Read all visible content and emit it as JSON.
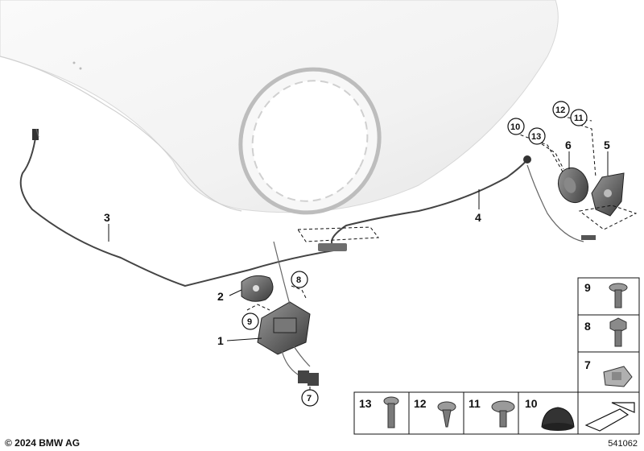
{
  "callouts": {
    "c1": "1",
    "c2": "2",
    "c3": "3",
    "c4": "4",
    "c5": "5",
    "c6": "6",
    "c7": "7",
    "c8": "8",
    "c9": "9",
    "c10": "10",
    "c11": "11",
    "c12": "12",
    "c13": "13"
  },
  "parts_table": {
    "right_column": [
      "9",
      "8",
      "7"
    ],
    "bottom_row": [
      "13",
      "12",
      "11",
      "10"
    ]
  },
  "footer": {
    "copyright": "© 2024 BMW AG",
    "diagram_number": "541062"
  }
}
